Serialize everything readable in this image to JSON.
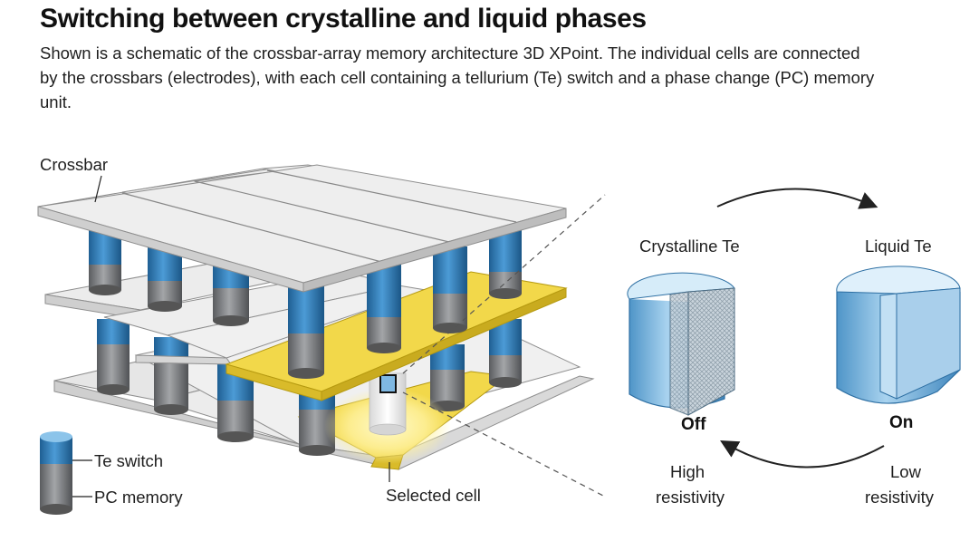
{
  "title": "Switching between crystalline and liquid phases",
  "subtitle": "Shown is a schematic of the crossbar-array memory architecture 3D XPoint. The individual cells are connected by the crossbars (electrodes), with each cell containing a tellurium (Te) switch and a phase change (PC) memory unit.",
  "labels": {
    "crossbar": "Crossbar",
    "te_switch": "Te switch",
    "pc_memory": "PC memory",
    "selected_cell": "Selected cell",
    "crystalline_te": "Crystalline Te",
    "liquid_te": "Liquid Te",
    "off": "Off",
    "on": "On",
    "high": "High",
    "low": "Low",
    "resistivity": "resistivity"
  },
  "colors": {
    "te_switch": "#2f7db8",
    "pc_memory": "#7d7f82",
    "selected_crossbar": "#f2d84a",
    "crossbar": "#e9e9e9",
    "glow": "#fff3a0"
  }
}
